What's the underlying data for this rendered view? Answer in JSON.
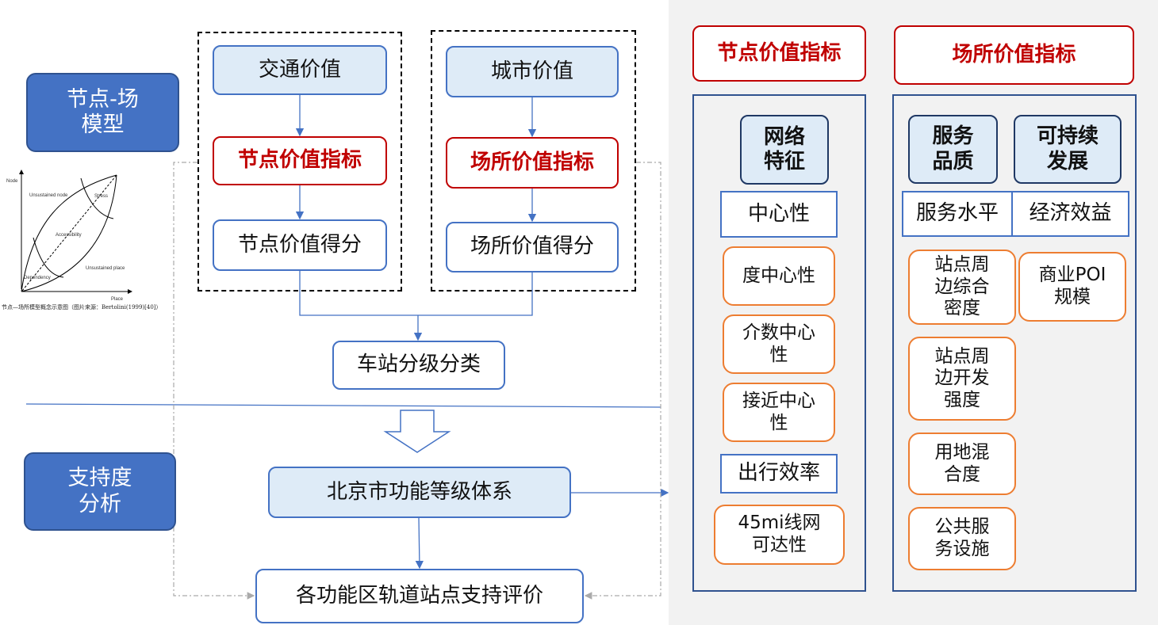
{
  "left": {
    "model_label": "节点-场\n模型",
    "support_label": "支持度\n分析",
    "transport_value": "交通价值",
    "node_index": "节点价值指标",
    "node_score": "节点价值得分",
    "city_value": "城市价值",
    "place_index": "场所价值指标",
    "place_score": "场所价值得分",
    "station_classification": "车站分级分类",
    "beijing_system": "北京市功能等级体系",
    "evaluation": "各功能区轨道站点支持评价",
    "figure": {
      "y_axis": "Node",
      "x_axis": "Place",
      "labels": [
        "Unsustained node",
        "Stress",
        "Accessibility",
        "Unsustained place",
        "Dependency"
      ],
      "caption": "节点—场所模型概念示意图（图片来源：Bertolini(1999)[40]）"
    }
  },
  "right": {
    "node_header": "节点价值指标",
    "place_header": "场所价值指标",
    "node": {
      "category": "网络\n特征",
      "groups": [
        {
          "title": "中心性",
          "items": [
            "度中心性",
            "介数中心性",
            "接近中心性"
          ]
        },
        {
          "title": "出行效率",
          "items": [
            "45mi线网\n可达性"
          ]
        }
      ]
    },
    "place": {
      "categories": [
        "服务\n品质",
        "可持续\n发展"
      ],
      "subcategories": [
        "服务水平",
        "经济效益"
      ],
      "service_items": [
        "站点周\n边综合\n密度",
        "站点周\n边开发\n强度",
        "用地混\n合度",
        "公共服\n务设施"
      ],
      "economic_items": [
        "商业POI\n规模"
      ]
    }
  },
  "colors": {
    "blue": "#4472c4",
    "light_blue": "#deebf7",
    "red": "#c00000",
    "orange": "#ed7d31",
    "gray_panel": "#f2f2f2"
  }
}
